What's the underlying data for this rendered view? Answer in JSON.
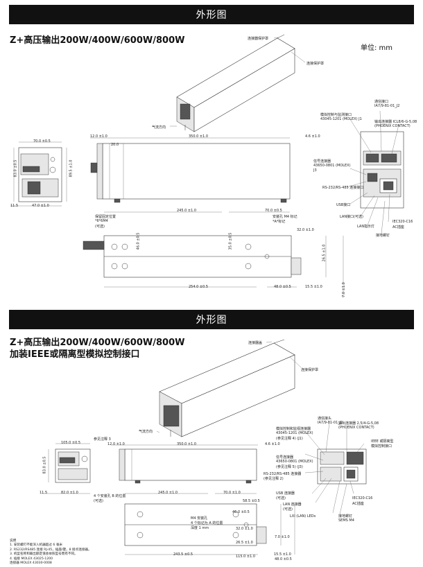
{
  "section1": {
    "banner": "外形图",
    "title": "Z+高压输出200W/400W/600W/800W",
    "unit": "单位: mm",
    "labels": {
      "bracket1": "连接器保护罩",
      "bracket2": "连接保护罩",
      "airflow": "气流方向",
      "comm_port": "通信接口",
      "comm_port_code": "IA7/9-81-01_J2",
      "remote_conn": "模拟控制与监测接口",
      "remote_conn_code": "43045-1201 (MOLEX) J1",
      "output_terminal": "输出连接器 ICL8/6-G-5,08",
      "output_terminal_maker": "(PHOENIX CONTACT)",
      "signal_conn": "信号连接器",
      "signal_conn_code": "43650-0801 (MOLEX)",
      "signal_conn_j3": "J3",
      "rs232": "RS-232/RS-485 连接接口",
      "usb": "USB接口",
      "lan": "LAN接口(可选)",
      "lan_led": "LAN指示灯",
      "iec": "IEC320-C16",
      "iec_ac": "AC插座",
      "ground": "接地螺钉",
      "mount_note1": "保留固定位置",
      "mount_note2": "*6*6M4",
      "mount_note3": "(可选)",
      "mount_hole1": "安装孔 M4 标记",
      "mount_hole2": "*A*标记"
    },
    "dims": {
      "d1": "70.0 ±0.5",
      "d2": "83.0 ±0.5",
      "d3": "89.5 ±1.0",
      "d4": "11.5",
      "d5": "47.0 ±1.0",
      "d6": "12.0 ±1.0",
      "d7": "20.0",
      "d8": "350.0 ±1.0",
      "d9": "4.6 ±1.0",
      "d10": "245.0 ±1.0",
      "d11": "70.0 ±0.5",
      "d12": "46.0 ±0.5",
      "d13": "35.0 ±0.5",
      "d14": "32.0 ±1.0",
      "d15": "26.5 ±1.0",
      "d16": "254.0 ±0.5",
      "d17": "48.0 ±0.5",
      "d18": "15.5 ±1.0",
      "d19": "7.0 ±1.0"
    }
  },
  "section2": {
    "banner": "外形图",
    "title_line1": "Z+高压输出200W/400W/600W/800W",
    "title_line2": "加装IEEE或隔离型模拟控制接口",
    "labels": {
      "bracket1": "连接器盖",
      "bracket2": "连接保护罩",
      "airflow": "气流方向",
      "note3": "参见注释 3",
      "comm_conn": "通信接头",
      "comm_conn_code": "IA7/9-81-01_J2",
      "remote_conn": "模拟控制和监视连接器",
      "remote_conn_code": "43045-1201 (MOLEX)",
      "remote_conn_note": "(参见注释 4) (J1)",
      "output_terminal": "输出连接器 2,5/4-G-5,08",
      "output_terminal_maker": "(PHOENIX CONTACT)",
      "ieee": "IEEE 或隔离型",
      "ieee2": "模拟控制接口",
      "signal_conn": "信号连接器",
      "signal_conn_code": "43650-0801 (MOLEX)",
      "signal_conn_note": "(参见注释 5) (J3)",
      "rs232": "RS-232/RS-485 连接器",
      "rs232_note": "(参见注释 2)",
      "usb": "USB 连接器",
      "usb_opt": "(可选)",
      "lan": "LAN 连接器",
      "lan_opt": "(可选)",
      "lan_led": "LXI (LAN) LEDs",
      "iec": "IEC320-C16",
      "iec_ac": "AC插座",
      "ground": "接地螺钉",
      "ground_code": "SEMS M4",
      "mount_note1": "4 个安装孔 B 的位置",
      "mount_note2": "(可选)",
      "mount_hole1": "M4 安装孔",
      "mount_hole2": "4 个标记为 A 的位置",
      "mount_hole3": "深度 1 mm"
    },
    "dims": {
      "d1": "105.0 ±0.5",
      "d2": "83.0 ±0.5",
      "d3": "11.5",
      "d4": "82.0 ±1.0",
      "d5": "12.0 ±1.0",
      "d6": "350.0 ±1.0",
      "d7": "4.6 ±1.0",
      "d8": "245.0 ±1.0",
      "d9": "70.0 ±1.0",
      "d10": "58.5 ±0.5",
      "d11": "46.0 ±0.5",
      "d12": "32.0 ±1.0",
      "d13": "26.5 ±1.0",
      "d14": "243.5 ±0.5",
      "d15": "15.5 ±1.0",
      "d16": "115.0 ±1.0",
      "d17": "7.0 ±1.0",
      "d18": "48.0 ±0.5"
    },
    "notes": [
      "说明",
      "1. 安装螺钉不能深入机器超过 6 毫米",
      "2. RS232/RS485 连接 RJ-45，插座/键，8 接点连接器。",
      "3. 机型名称和输出额定值会依照型号而有不同。",
      "4. 插接 MOLEX 43025-1200",
      "   连接器 MOLEX 43030-0008"
    ]
  }
}
